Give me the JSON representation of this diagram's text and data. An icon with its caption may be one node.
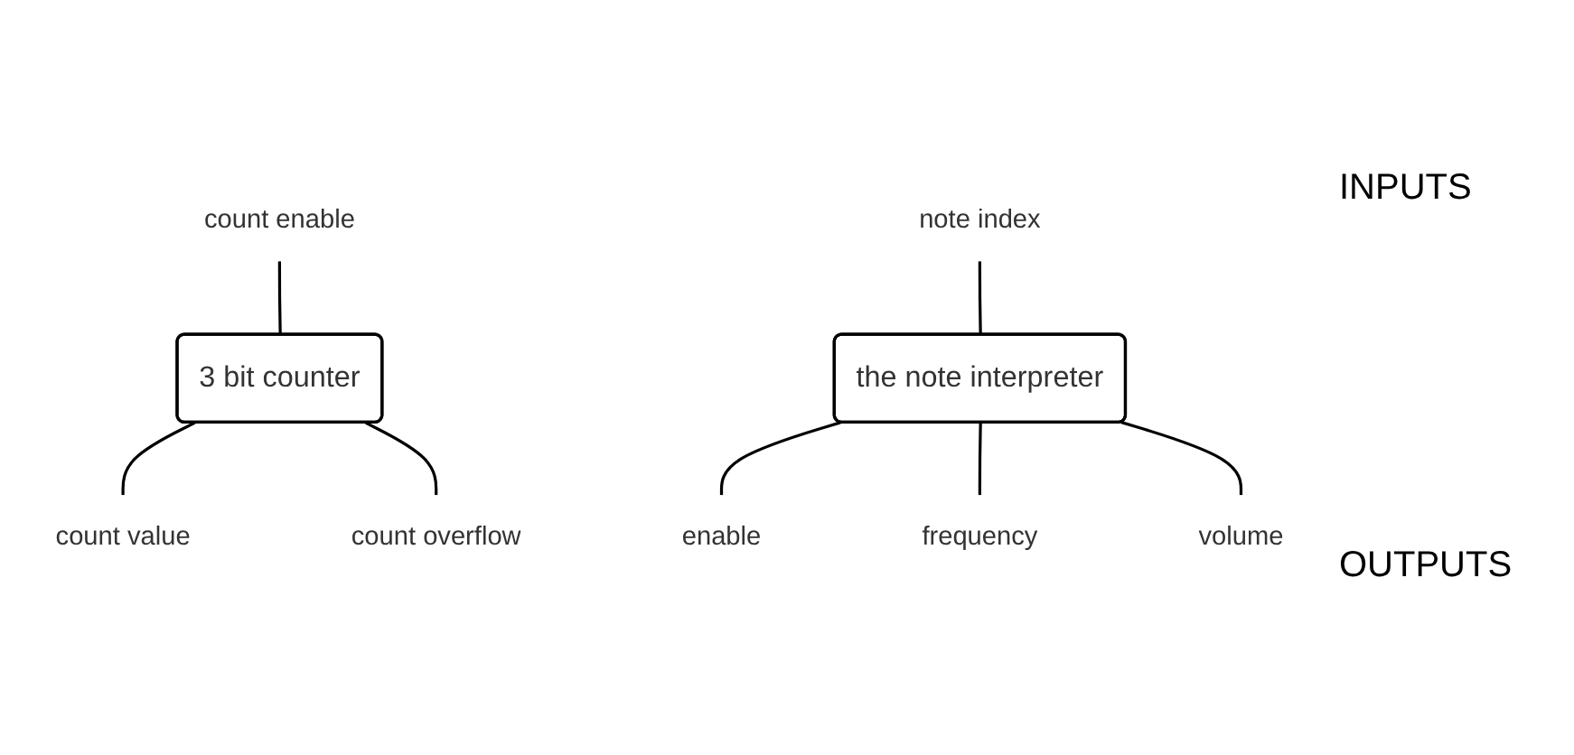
{
  "diagram": {
    "nodes": [
      {
        "text": [
          "3 bit counter"
        ]
      },
      {
        "text": [
          "the note interpreter"
        ]
      },
      {
        "text": [
          "count enable"
        ]
      },
      {
        "text": [
          "count value"
        ]
      },
      {
        "text": [
          "count overflow"
        ]
      },
      {
        "text": [
          "note index"
        ]
      },
      {
        "text": [
          "enable"
        ]
      },
      {
        "text": [
          "frequency"
        ]
      },
      {
        "text": [
          "volume"
        ]
      }
    ],
    "edges": [
      {
        "from": 2,
        "to": 0,
        "arrow": "none"
      },
      {
        "from": 0,
        "to": 3,
        "arrow": "none"
      },
      {
        "from": 0,
        "to": 4,
        "arrow": "none"
      },
      {
        "from": 5,
        "to": 1,
        "arrow": "none"
      },
      {
        "from": 1,
        "to": 6,
        "arrow": "none"
      },
      {
        "from": 1,
        "to": 7,
        "arrow": "none"
      },
      {
        "from": 1,
        "to": 8,
        "arrow": "none"
      }
    ],
    "labels": [
      "INPUTS",
      "OUTPUTS"
    ]
  }
}
